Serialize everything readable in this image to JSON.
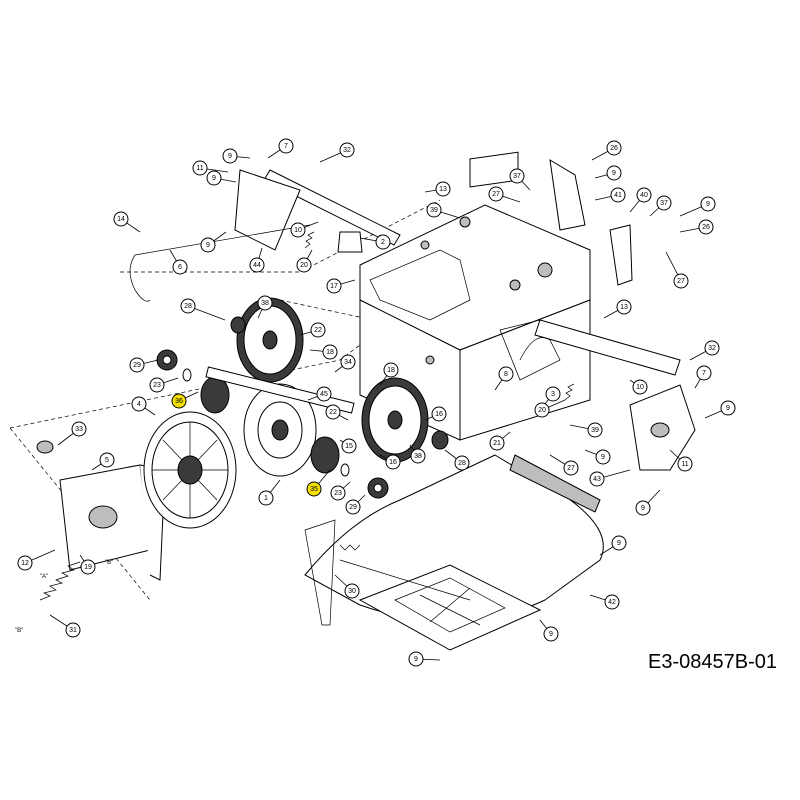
{
  "diagram_code": "E3-08457B-01",
  "highlight_color": "#f3e000",
  "ref_marks": [
    "\"A\"",
    "\"B\"",
    "\"B\"",
    "\"A\""
  ],
  "callouts": [
    {
      "label": "7"
    },
    {
      "label": "32"
    },
    {
      "label": "9"
    },
    {
      "label": "11"
    },
    {
      "label": "9"
    },
    {
      "label": "14"
    },
    {
      "label": "9"
    },
    {
      "label": "6"
    },
    {
      "label": "10"
    },
    {
      "label": "2"
    },
    {
      "label": "20"
    },
    {
      "label": "44"
    },
    {
      "label": "13"
    },
    {
      "label": "39"
    },
    {
      "label": "17"
    },
    {
      "label": "26"
    },
    {
      "label": "37"
    },
    {
      "label": "9"
    },
    {
      "label": "27"
    },
    {
      "label": "41"
    },
    {
      "label": "40"
    },
    {
      "label": "37"
    },
    {
      "label": "9"
    },
    {
      "label": "26"
    },
    {
      "label": "27"
    },
    {
      "label": "13"
    },
    {
      "label": "28"
    },
    {
      "label": "38"
    },
    {
      "label": "22"
    },
    {
      "label": "18"
    },
    {
      "label": "34"
    },
    {
      "label": "29"
    },
    {
      "label": "23"
    },
    {
      "label": "36"
    },
    {
      "label": "4"
    },
    {
      "label": "45"
    },
    {
      "label": "22"
    },
    {
      "label": "18"
    },
    {
      "label": "16"
    },
    {
      "label": "15"
    },
    {
      "label": "16"
    },
    {
      "label": "38"
    },
    {
      "label": "28"
    },
    {
      "label": "33"
    },
    {
      "label": "5"
    },
    {
      "label": "1"
    },
    {
      "label": "35"
    },
    {
      "label": "23"
    },
    {
      "label": "29"
    },
    {
      "label": "8"
    },
    {
      "label": "3"
    },
    {
      "label": "10"
    },
    {
      "label": "32"
    },
    {
      "label": "7"
    },
    {
      "label": "20"
    },
    {
      "label": "9"
    },
    {
      "label": "21"
    },
    {
      "label": "39"
    },
    {
      "label": "9"
    },
    {
      "label": "27"
    },
    {
      "label": "11"
    },
    {
      "label": "43"
    },
    {
      "label": "9"
    },
    {
      "label": "12"
    },
    {
      "label": "19"
    },
    {
      "label": "31"
    },
    {
      "label": "30"
    },
    {
      "label": "9"
    },
    {
      "label": "42"
    },
    {
      "label": "9"
    },
    {
      "label": "9"
    }
  ]
}
